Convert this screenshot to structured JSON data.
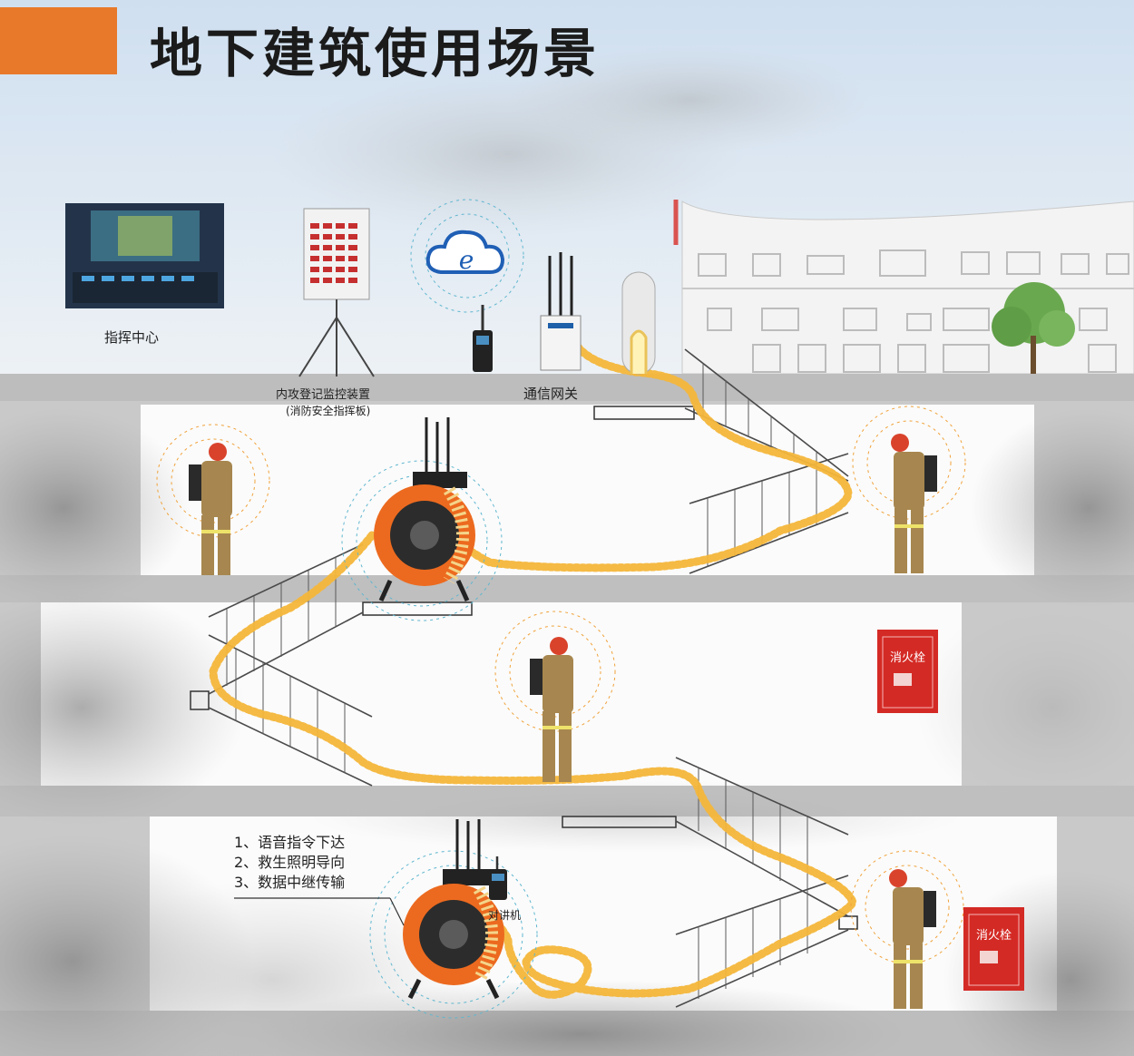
{
  "title": "地下建筑使用场景",
  "labels": {
    "command_center": "指挥中心",
    "monitor_device": "内攻登记监控装置",
    "monitor_device_sub": "(消防安全指挥板)",
    "gateway": "通信网关",
    "walkie": "对讲机",
    "hydrant_1": "消火栓",
    "hydrant_2": "消火栓"
  },
  "features": [
    "1、语音指令下达",
    "2、救生照明导向",
    "3、数据中继传输"
  ],
  "colors": {
    "accent_orange": "#e8792b",
    "rope_yellow": "#f4b63a",
    "hydrant_red": "#d42a25",
    "signal_blue": "#5fb6cf",
    "signal_orange": "#f0a23a"
  },
  "icons": [
    "cloud-internet-icon",
    "firefighter-icon",
    "cable-reel-icon",
    "walkie-talkie-icon",
    "gateway-router-icon",
    "fire-hydrant-icon"
  ]
}
